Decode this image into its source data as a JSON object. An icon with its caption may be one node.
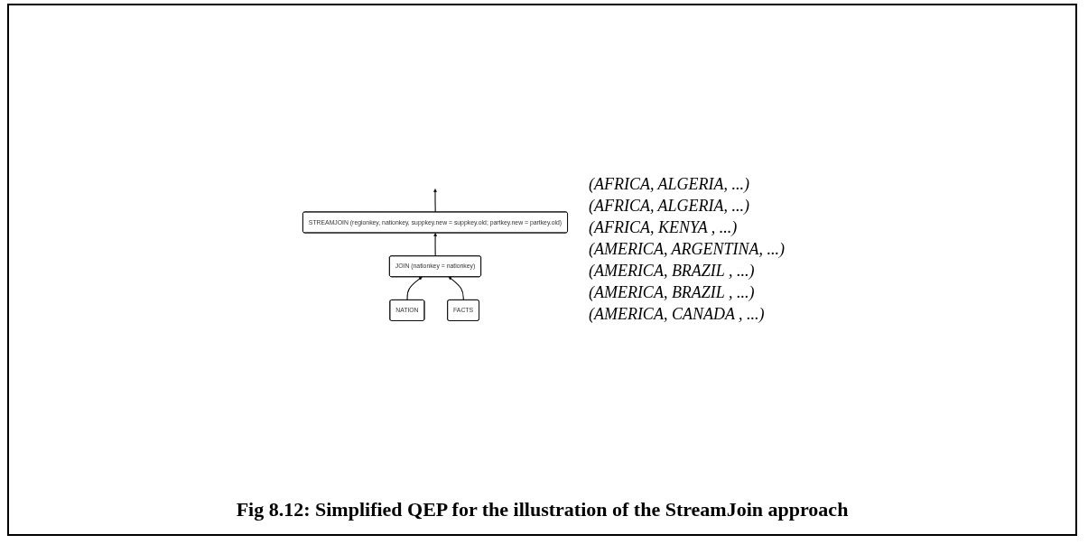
{
  "diagram": {
    "caption": "Fig 8.12: Simplified QEP for the illustration of the StreamJoin approach",
    "nodes": [
      {
        "text": [
          "STREAMJOIN (regionkey, nationkey, suppkey.new = suppkey.old; partkey.new = partkey.old)"
        ]
      },
      {
        "text": [
          "JOIN (nationkey = nationkey)"
        ]
      },
      {
        "text": [
          "NATION"
        ]
      },
      {
        "text": [
          "FACTS"
        ]
      }
    ],
    "edges": [
      {
        "from": 0,
        "to": null,
        "arrow": "to"
      },
      {
        "from": 1,
        "to": 0,
        "arrow": "to"
      },
      {
        "from": 2,
        "to": 1,
        "arrow": "to"
      },
      {
        "from": 3,
        "to": 1,
        "arrow": "to"
      }
    ],
    "labels": [
      "(AFRICA, ALGERIA, ...)",
      "(AFRICA, ALGERIA, ...)",
      "(AFRICA, KENYA , ...)",
      "(AMERICA, ARGENTINA, ...)",
      "(AMERICA, BRAZIL , ...)",
      "(AMERICA, BRAZIL , ...)",
      "(AMERICA, CANADA , ...)"
    ]
  }
}
